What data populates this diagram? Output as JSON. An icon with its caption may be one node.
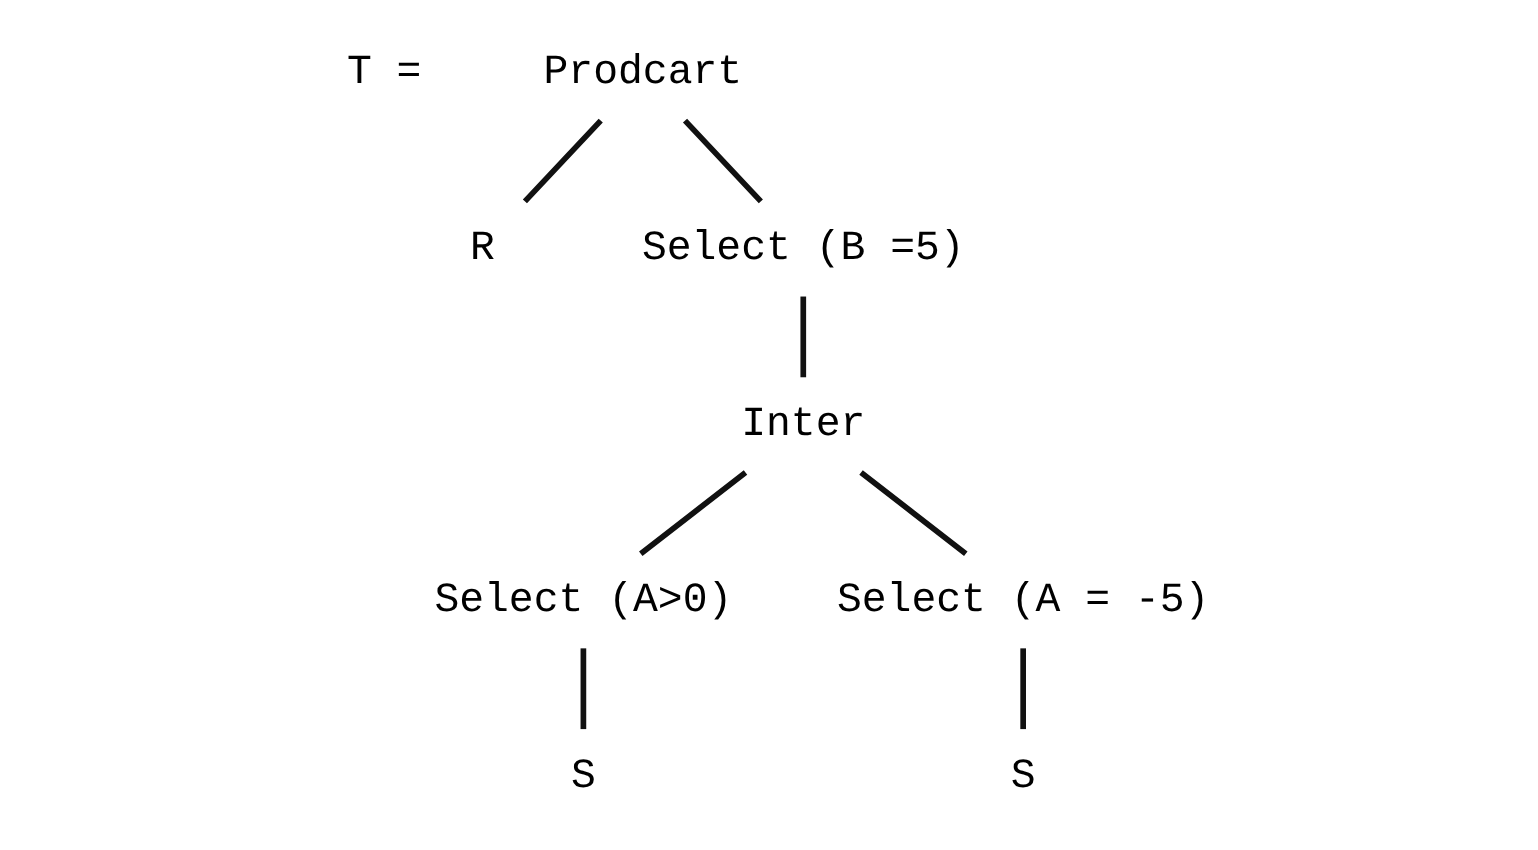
{
  "diagram": {
    "nodes": [
      {
        "text": [
          "Prodcart"
        ]
      },
      {
        "text": [
          "R"
        ]
      },
      {
        "text": [
          "Select (B =5)"
        ]
      },
      {
        "text": [
          "Inter"
        ]
      },
      {
        "text": [
          "Select (A>0)"
        ]
      },
      {
        "text": [
          "Select (A = -5)"
        ]
      },
      {
        "text": [
          "S"
        ]
      },
      {
        "text": [
          "S"
        ]
      }
    ],
    "edges": [
      {
        "from": 0,
        "to": 1,
        "arrow": "none"
      },
      {
        "from": 0,
        "to": 2,
        "arrow": "none"
      },
      {
        "from": 2,
        "to": 3,
        "arrow": "none"
      },
      {
        "from": 3,
        "to": 4,
        "arrow": "none"
      },
      {
        "from": 3,
        "to": 5,
        "arrow": "none"
      },
      {
        "from": 4,
        "to": 6,
        "arrow": "none"
      },
      {
        "from": 5,
        "to": 7,
        "arrow": "none"
      }
    ],
    "labels": [
      "T ="
    ]
  }
}
